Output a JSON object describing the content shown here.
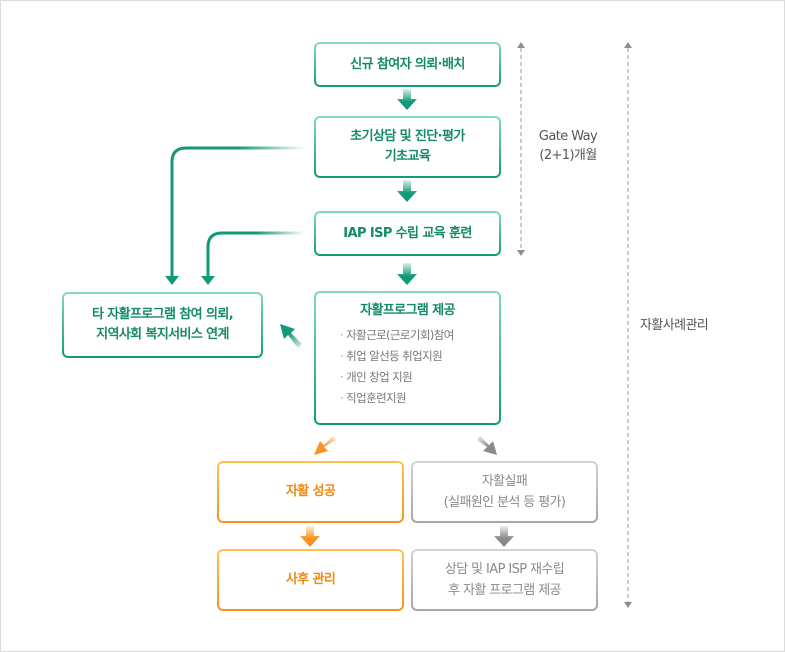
{
  "diagram": {
    "steps": [
      {
        "id": "referral",
        "lines": [
          "신규 참여자 의뢰·배치"
        ]
      },
      {
        "id": "counseling",
        "lines": [
          "초기상담 및 진단·평가",
          "기초교육"
        ]
      },
      {
        "id": "iap-isp",
        "lines": [
          "IAP ISP 수립 교육 훈련"
        ]
      }
    ],
    "program": {
      "title": "자활프로그램 제공",
      "items": [
        "자활근로(근로기회)참여",
        "취업 알선등 취업지원",
        "개인 창업 지원",
        "직업훈련지원"
      ]
    },
    "external_referral": {
      "lines": [
        "타 자활프로그램 참여 의뢰,",
        "지역사회 복지서비스 연계"
      ]
    },
    "success": {
      "label": "자활 성공"
    },
    "aftercare": {
      "label": "사후 관리"
    },
    "failure": {
      "lines": [
        "자활실패",
        "(실패원인 분석 등 평가)"
      ]
    },
    "retry": {
      "lines": [
        "상담 및 IAP ISP 재수립",
        "후 자활 프로그램 제공"
      ]
    },
    "gateway": {
      "lines": [
        "Gate Way",
        "(2+1)개월"
      ]
    },
    "case_management": {
      "label": "자활사례관리"
    }
  },
  "colors": {
    "green": "#129a78",
    "green_light": "#86dcb0",
    "orange": "#f7931e",
    "gray": "#a6a6a6",
    "dash": "#9a9a9a"
  }
}
